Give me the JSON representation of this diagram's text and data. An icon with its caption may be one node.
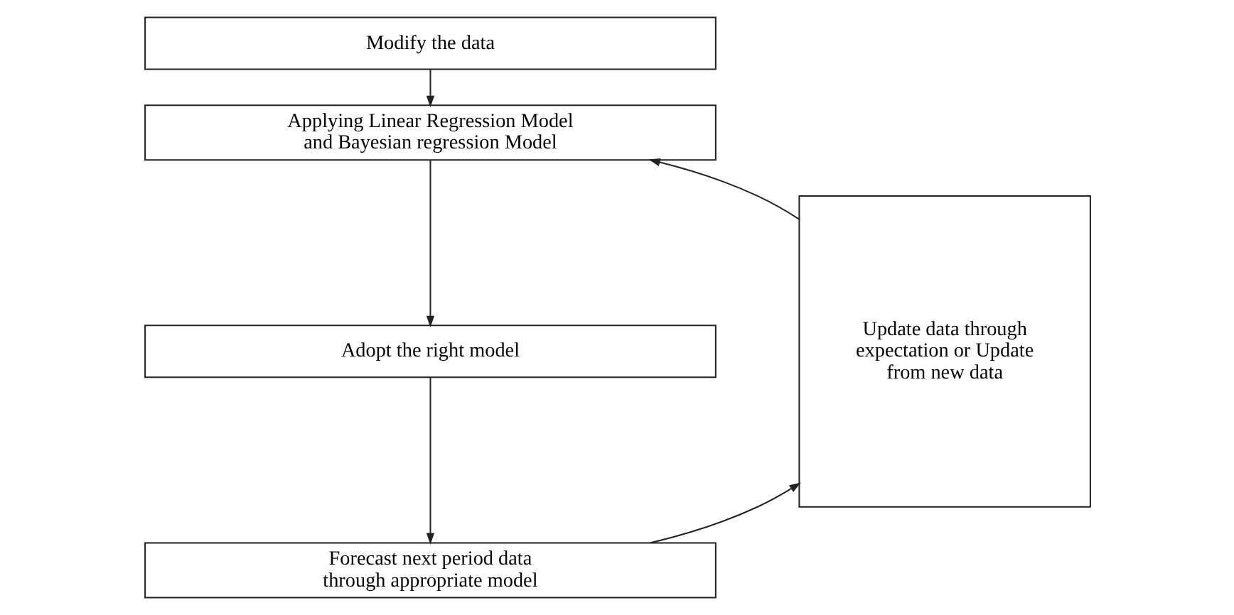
{
  "diagram": {
    "nodes": [
      {
        "text": [
          "Modify the data"
        ]
      },
      {
        "text": [
          "Applying Linear Regression Model and Bayesian regression Model"
        ]
      },
      {
        "text": [
          "Adopt the right model"
        ]
      },
      {
        "text": [
          "Forecast next period data through appropriate model"
        ]
      },
      {
        "text": [
          "Update data through expectation or Update from new data"
        ]
      }
    ],
    "edges": [
      {
        "from": 0,
        "to": 1,
        "arrow": "to"
      },
      {
        "from": 1,
        "to": 2,
        "arrow": "to"
      },
      {
        "from": 2,
        "to": 3,
        "arrow": "to"
      },
      {
        "from": 3,
        "to": 4,
        "arrow": "to"
      },
      {
        "from": 4,
        "to": 1,
        "arrow": "to"
      }
    ]
  }
}
